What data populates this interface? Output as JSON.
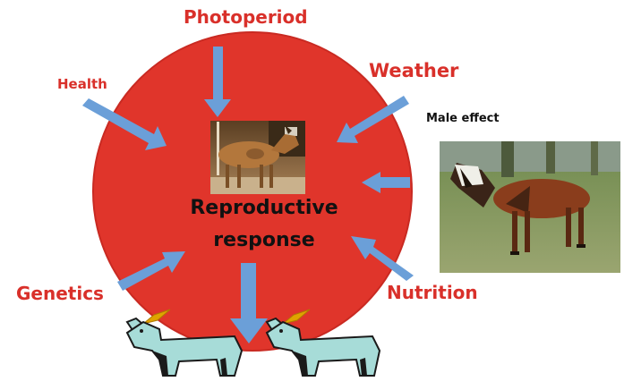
{
  "diagram": {
    "center": {
      "line1": "Reproductive",
      "line2": "response"
    },
    "factors": {
      "photoperiod": "Photoperiod",
      "health": "Health",
      "weather": "Weather",
      "genetics": "Genetics",
      "nutrition": "Nutrition",
      "male_effect": "Male effect"
    }
  },
  "colors": {
    "circle": "#e0352b",
    "circle_stroke": "#c92a22",
    "arrow": "#6b9fd8",
    "label": "#d9302a",
    "goat_icon": "#a7dcd8"
  }
}
